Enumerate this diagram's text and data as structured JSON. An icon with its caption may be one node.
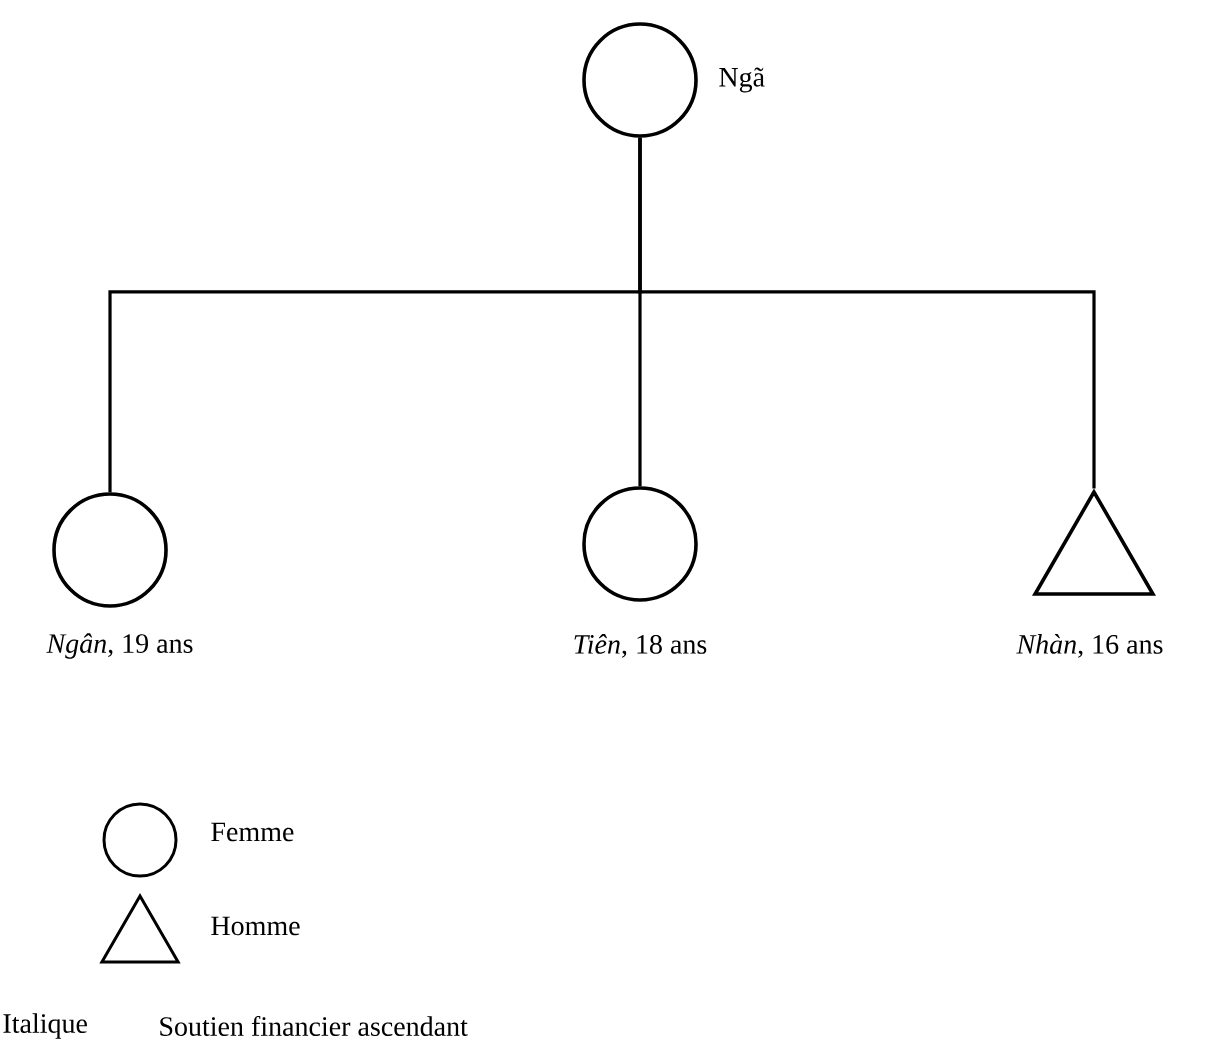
{
  "diagram": {
    "nodes": [
      {
        "text": [],
        "shape": "circle",
        "beside": [
          "Ngã"
        ]
      },
      {
        "text": [],
        "shape": "circle",
        "beside": [
          "*Ngân*, 19 ans"
        ]
      },
      {
        "text": [],
        "shape": "circle",
        "beside": [
          "*Tiên*, 18 ans"
        ]
      },
      {
        "text": [],
        "shape": "triangle",
        "beside": [
          "*Nhàn*, 16 ans"
        ]
      }
    ],
    "edges": [
      {
        "from": 0,
        "to": 1,
        "arrow": "none"
      },
      {
        "from": 0,
        "to": 2,
        "arrow": "none"
      },
      {
        "from": 0,
        "to": 3,
        "arrow": "none"
      }
    ],
    "labels": [
      "Italique",
      "Soutien financier ascendant"
    ],
    "legend": [
      {
        "text": "Femme"
      },
      {
        "text": "Homme"
      }
    ]
  }
}
